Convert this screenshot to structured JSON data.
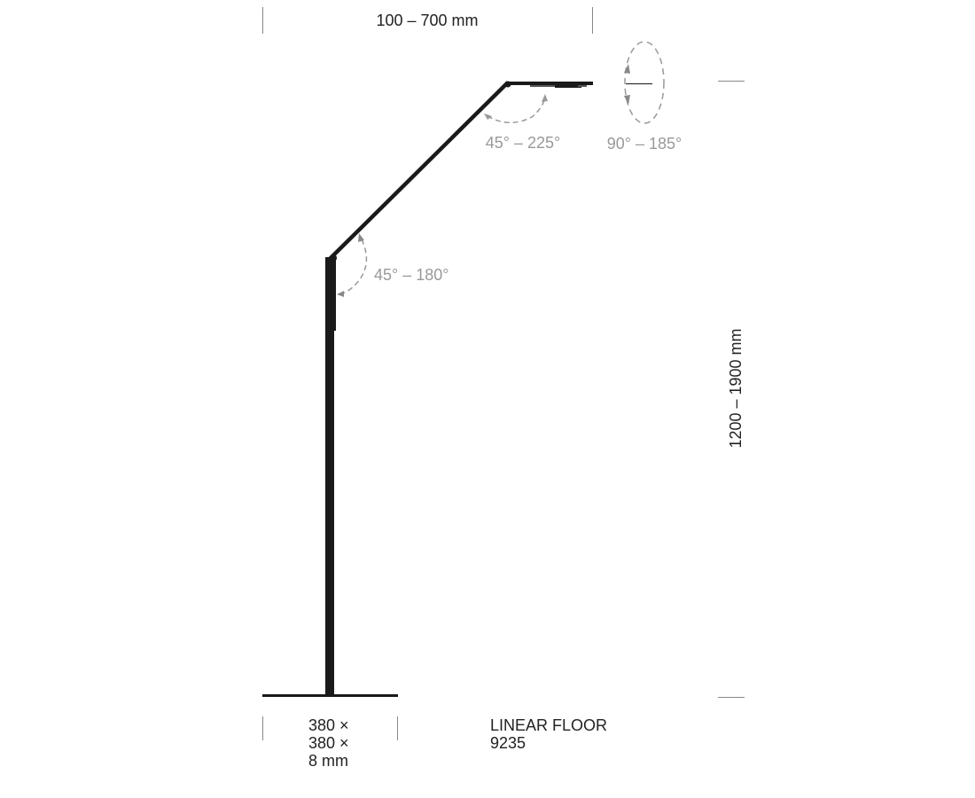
{
  "dimensions": {
    "reach": "100 – 700 mm",
    "height": "1200 – 1900 mm",
    "base": [
      "380 ×",
      "380 ×",
      "8 mm"
    ]
  },
  "angles": {
    "head": "45° – 225°",
    "rotation": "90° – 185°",
    "elbow": "45° – 180°"
  },
  "product": {
    "name": "LINEAR FLOOR",
    "code": "9235"
  },
  "colors": {
    "lamp": "#1a1a1a",
    "angle": "#999999",
    "dim_line": "#888888"
  }
}
